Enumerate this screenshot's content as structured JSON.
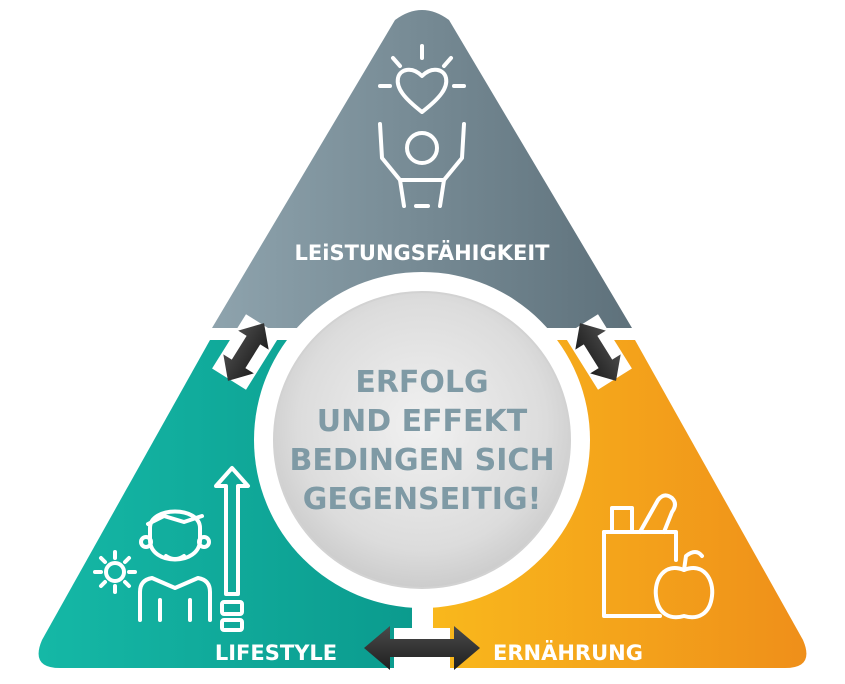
{
  "diagram": {
    "segments": {
      "top": {
        "label": "LEiSTUNGSFÄHIGKEIT",
        "icon": "heart-person-icon"
      },
      "left": {
        "label": "LIFESTYLE",
        "icon": "person-growth-icon"
      },
      "right": {
        "label": "ERNÄHRUNG",
        "icon": "grocery-bag-apple-icon"
      }
    },
    "center": {
      "lines": [
        "ERFOLG",
        "UND EFFEKT",
        "BEDINGEN SICH",
        "GEGENSEITIG!"
      ]
    },
    "connectors": [
      "double-arrow-icon",
      "double-arrow-icon",
      "double-arrow-icon"
    ],
    "colors": {
      "top_dark": "#5e717b",
      "top_light": "#8ea3ad",
      "left_dark": "#0b9b8e",
      "left_light": "#15b8a6",
      "right_dark": "#ef8f1a",
      "right_light": "#f9b81c",
      "center_text": "#7f9aa5",
      "arrow": "#2d2d2d"
    }
  }
}
